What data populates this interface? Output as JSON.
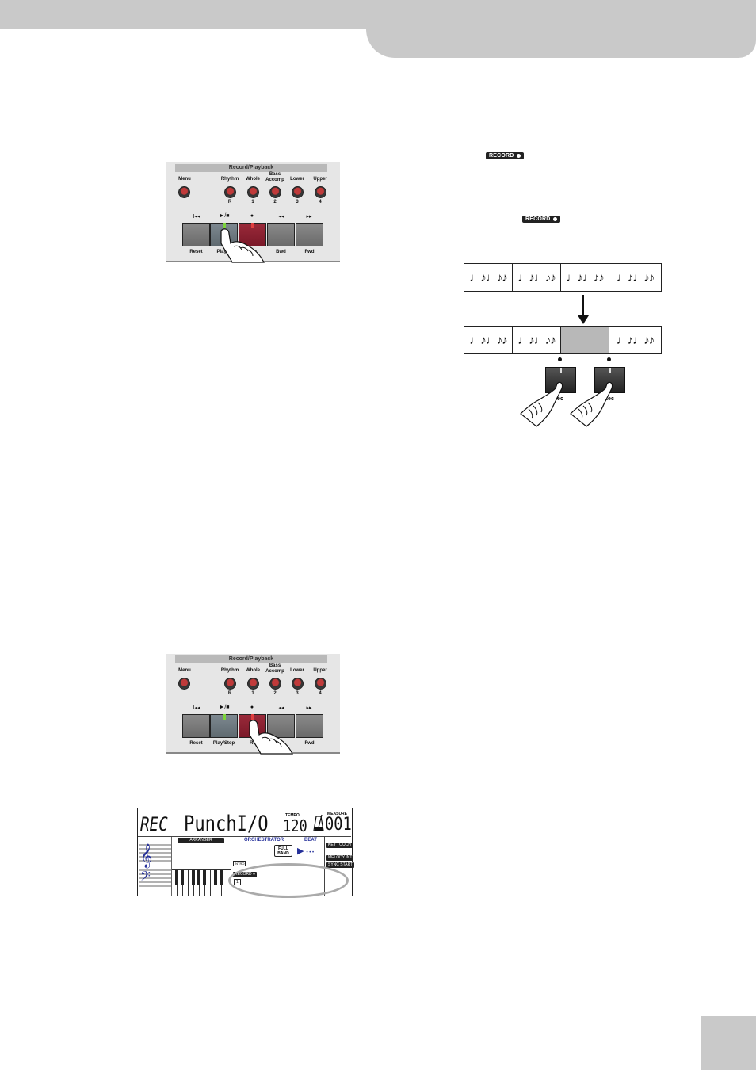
{
  "panel": {
    "title": "Record/Playback",
    "knobs": [
      {
        "label": "Menu",
        "sub": ""
      },
      {
        "label": "Rhythm",
        "sub": "R"
      },
      {
        "label": "Whole",
        "sub": "1"
      },
      {
        "label": "Bass\nAccomp",
        "sub": "2"
      },
      {
        "label": "Lower",
        "sub": "3"
      },
      {
        "label": "Upper",
        "sub": "4"
      }
    ],
    "buttons": [
      {
        "symbol": "I◂◂",
        "label": "Reset"
      },
      {
        "symbol": "►/■",
        "label": "Play/Stop"
      },
      {
        "symbol": "●",
        "label": "Rec"
      },
      {
        "symbol": "◂◂",
        "label": "Bwd"
      },
      {
        "symbol": "▸▸",
        "label": "Fwd"
      }
    ]
  },
  "panel1_labels": {
    "play": "Play/S",
    "rec": "c"
  },
  "panel2_labels": {
    "rec": "Rec"
  },
  "record_badge": "RECORD",
  "notes": "♩♪♩♪♪",
  "rec_label": "Rec",
  "lcd": {
    "mode": "REC",
    "name": "PunchI/O",
    "tempo_label": "TEMPO",
    "tempo_value": "120",
    "measure_label": "MEASURE",
    "measure_value": "001",
    "arranger": "ARRANGER",
    "orchestrator": "ORCHESTRATOR",
    "beat": "BEAT",
    "full_band": "FULL\nBAND",
    "intro": "INTRO",
    "record": "RECORD",
    "track": "1",
    "key_touch": "KEY TOUCH",
    "melody_int": "MELODY INT",
    "sync_start": "SYNC START"
  },
  "colors": {
    "header_gray": "#c9c9c9",
    "rec_red": "#8a2030",
    "led_green": "#7cd43a",
    "lcd_blue": "#25309a"
  }
}
